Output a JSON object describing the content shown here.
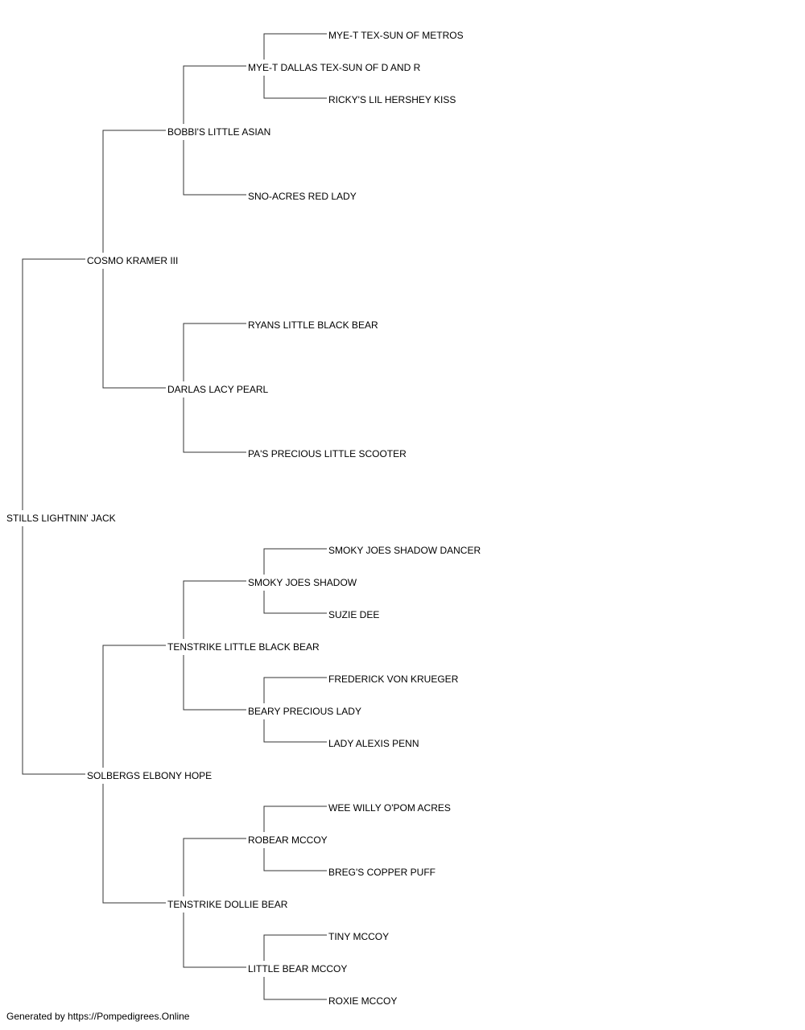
{
  "pedigree": {
    "name": "STILLS LIGHTNIN' JACK",
    "sire": {
      "name": "COSMO KRAMER III",
      "sire": {
        "name": "BOBBI'S LITTLE ASIAN",
        "sire": {
          "name": "MYE-T DALLAS TEX-SUN OF D AND R",
          "sire": {
            "name": "MYE-T TEX-SUN OF METROS"
          },
          "dam": {
            "name": "RICKY'S LIL HERSHEY KISS"
          }
        },
        "dam": {
          "name": "SNO-ACRES RED LADY"
        }
      },
      "dam": {
        "name": "DARLAS LACY PEARL",
        "sire": {
          "name": "RYANS LITTLE BLACK BEAR"
        },
        "dam": {
          "name": "PA'S PRECIOUS LITTLE SCOOTER"
        }
      }
    },
    "dam": {
      "name": "SOLBERGS ELBONY HOPE",
      "sire": {
        "name": "TENSTRIKE LITTLE BLACK BEAR",
        "sire": {
          "name": "SMOKY JOES SHADOW",
          "sire": {
            "name": "SMOKY JOES SHADOW DANCER"
          },
          "dam": {
            "name": "SUZIE DEE"
          }
        },
        "dam": {
          "name": "BEARY PRECIOUS LADY",
          "sire": {
            "name": "FREDERICK VON KRUEGER"
          },
          "dam": {
            "name": "LADY ALEXIS PENN"
          }
        }
      },
      "dam": {
        "name": "TENSTRIKE DOLLIE BEAR",
        "sire": {
          "name": "ROBEAR MCCOY",
          "sire": {
            "name": "WEE WILLY O'POM ACRES"
          },
          "dam": {
            "name": "BREG'S COPPER PUFF"
          }
        },
        "dam": {
          "name": "LITTLE BEAR MCCOY",
          "sire": {
            "name": "TINY MCCOY"
          },
          "dam": {
            "name": "ROXIE MCCOY"
          }
        }
      }
    }
  },
  "footer": "Generated by https://Pompedigrees.Online"
}
